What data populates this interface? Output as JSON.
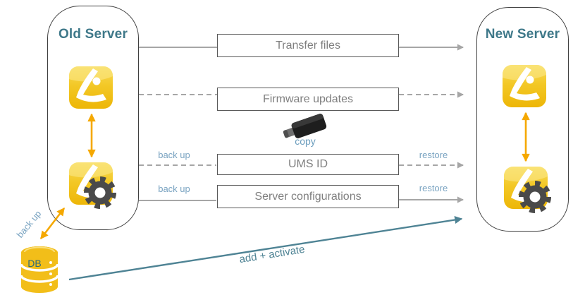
{
  "diagram": {
    "old_server": {
      "title": "Old Server"
    },
    "new_server": {
      "title": "New Server"
    },
    "rows": [
      {
        "label": "Transfer files",
        "style": "solid",
        "left_label": "",
        "right_label": ""
      },
      {
        "label": "Firmware updates",
        "style": "dashed",
        "left_label": "",
        "right_label": ""
      },
      {
        "label": "UMS ID",
        "style": "dashed",
        "left_label": "back up",
        "right_label": "restore"
      },
      {
        "label": "Server configurations",
        "style": "solid",
        "left_label": "back up",
        "right_label": "restore"
      }
    ],
    "usb": {
      "label": "copy"
    },
    "db": {
      "label": "DB",
      "backup_label": "back up"
    },
    "migration_arrow": {
      "label": "add + activate"
    },
    "icons": [
      "igel-ums-app-icon",
      "igel-ums-config-gear-icon",
      "usb-stick-icon",
      "database-cylinder-icon"
    ],
    "colors": {
      "heading_teal": "#3E7889",
      "label_blue": "#79A3C1",
      "line_gray": "#A6A6A6",
      "box_border": "#595959",
      "box_text": "#7F7F7F",
      "orange": "#F5A800",
      "teal_arrow": "#4E8394",
      "icon_yellow": "#F0BE19"
    }
  }
}
